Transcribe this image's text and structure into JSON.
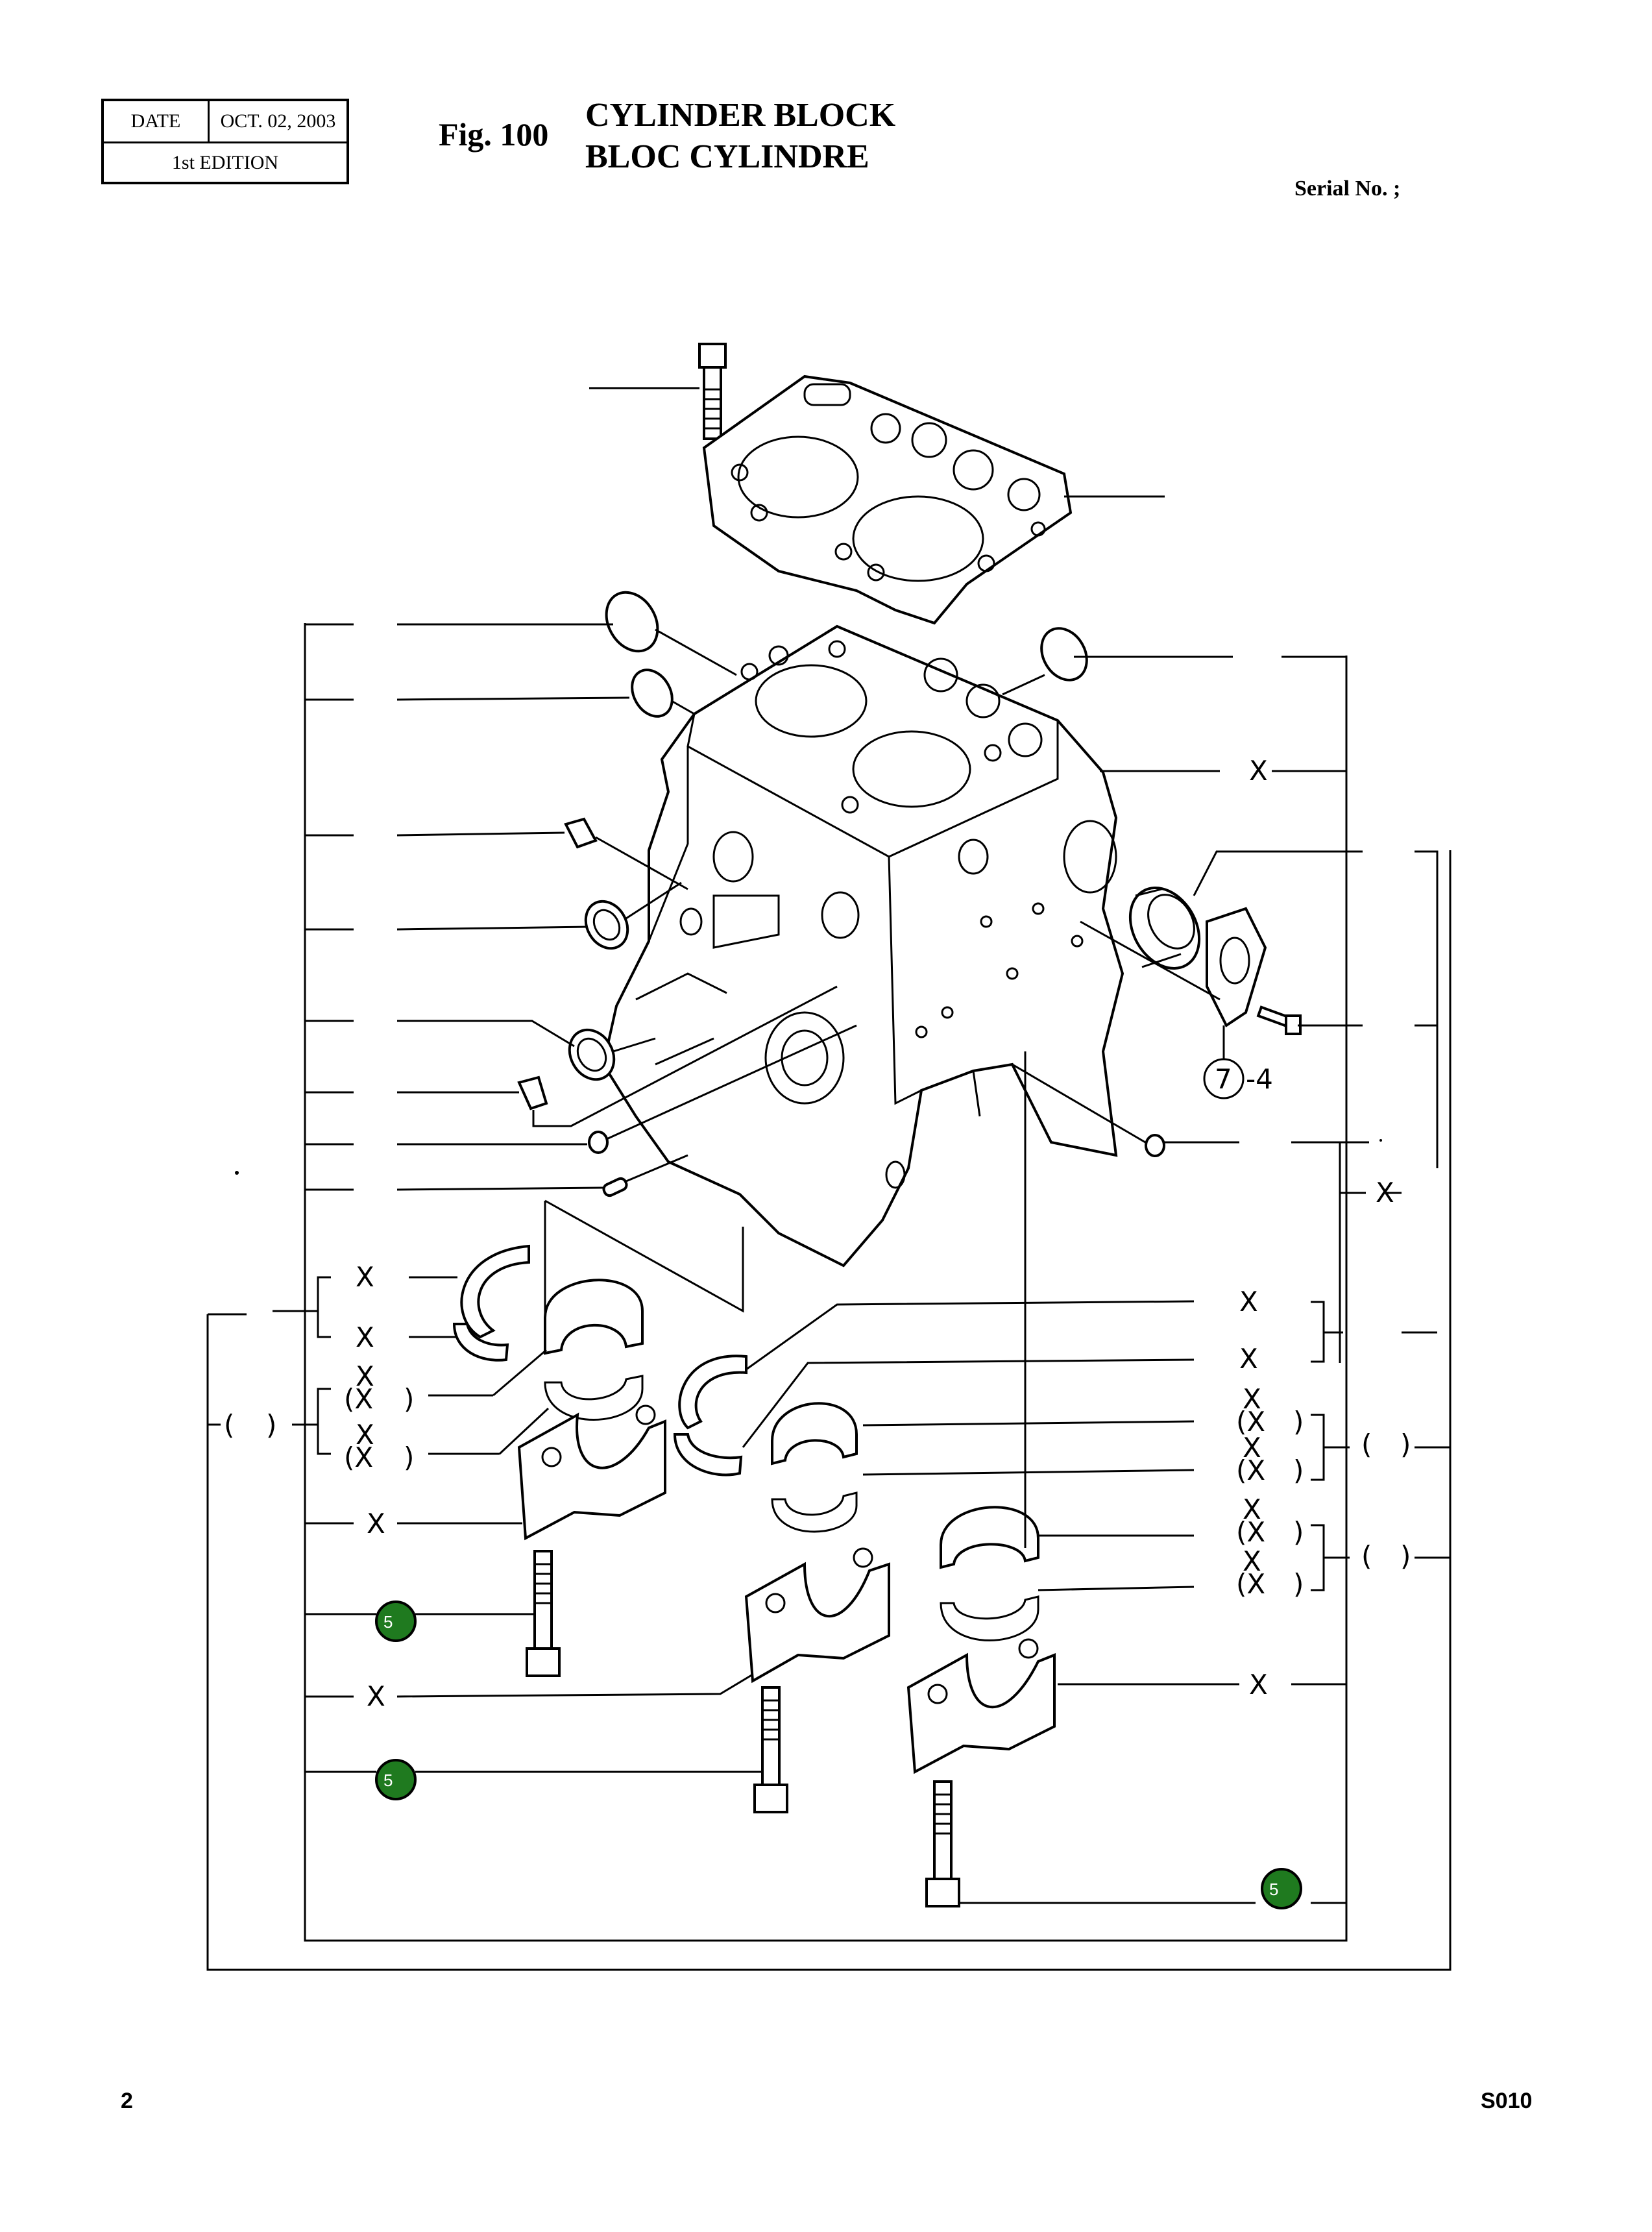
{
  "header": {
    "date_label": "DATE",
    "date_value": "OCT. 02, 2003",
    "edition": "1st EDITION",
    "fig_number": "Fig. 100",
    "title_en": "CYLINDER BLOCK",
    "title_fr": "BLOC CYLINDRE",
    "serial": "Serial No. ;"
  },
  "callouts": {
    "x": "X",
    "paren_x": "(X",
    "close_paren": ")",
    "open_paren": "(",
    "ref_7_4": "7",
    "ref_7_4_suffix": "-4",
    "ref_5": "5"
  },
  "footer": {
    "page_number": "2",
    "page_code": "S010"
  },
  "colors": {
    "badge_fill": "#1f7a1f",
    "line": "#000000"
  }
}
